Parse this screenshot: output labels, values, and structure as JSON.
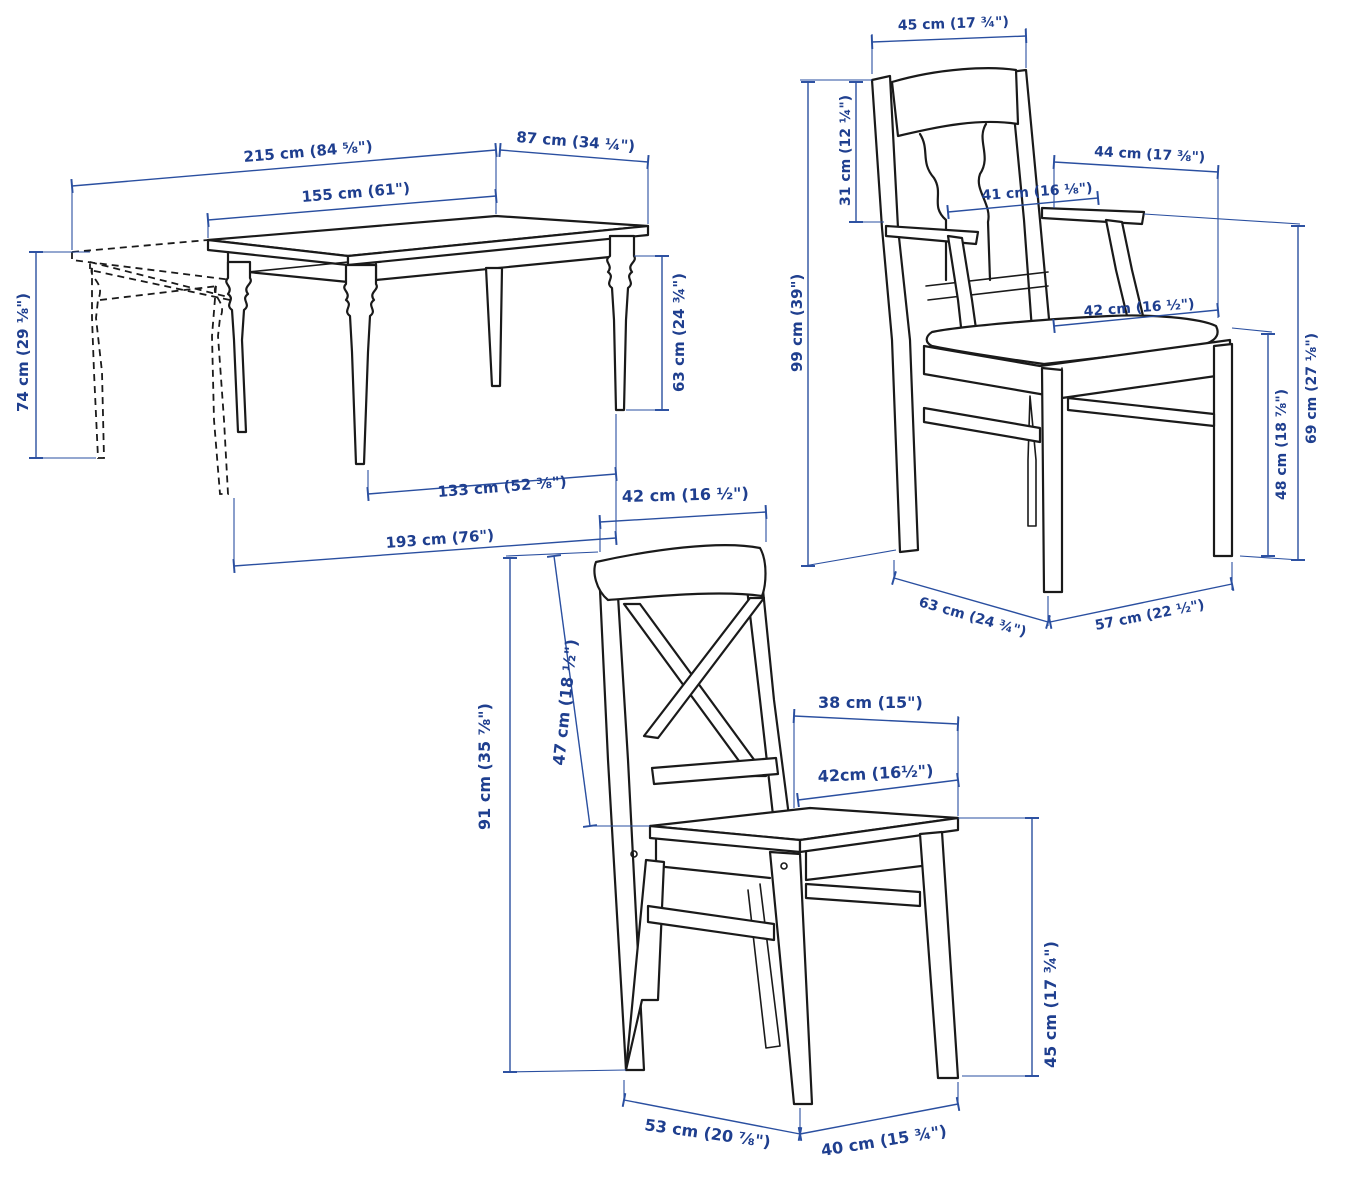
{
  "colors": {
    "ink": "#1a1a1a",
    "dimension": "#2a4fa0",
    "label": "#1f3f8f",
    "background": "#ffffff"
  },
  "table": {
    "length_extended": "215 cm (84 ⅝\")",
    "length": "155 cm (61\")",
    "width": "87 cm (34 ¼\")",
    "height": "74 cm (29 ⅛\")",
    "leg_clearance": "63 cm (24 ¾\")",
    "leg_span": "133 cm (52 ⅜\")",
    "leg_span_extended": "193 cm (76\")"
  },
  "armchair": {
    "back_width": "45 cm (17 ¾\")",
    "back_height": "31 cm (12 ¼\")",
    "total_height": "99 cm (39\")",
    "width_between_arms": "41 cm (16 ⅛\")",
    "seat_width": "44 cm (17 ⅜\")",
    "seat_depth": "42 cm (16 ½\")",
    "arm_height": "69 cm (27 ⅛\")",
    "seat_height": "48 cm (18 ⅞\")",
    "depth": "63 cm (24 ¾\")",
    "width": "57 cm (22 ½\")"
  },
  "chair": {
    "back_width": "42 cm (16 ½\")",
    "back_height": "47 cm (18 ½\")",
    "total_height": "91 cm (35 ⅞\")",
    "seat_depth": "38 cm (15\")",
    "seat_width": "42cm (16½\")",
    "seat_height": "45 cm (17 ¾\")",
    "depth": "53 cm (20 ⅞\")",
    "width": "40 cm (15 ¾\")"
  }
}
